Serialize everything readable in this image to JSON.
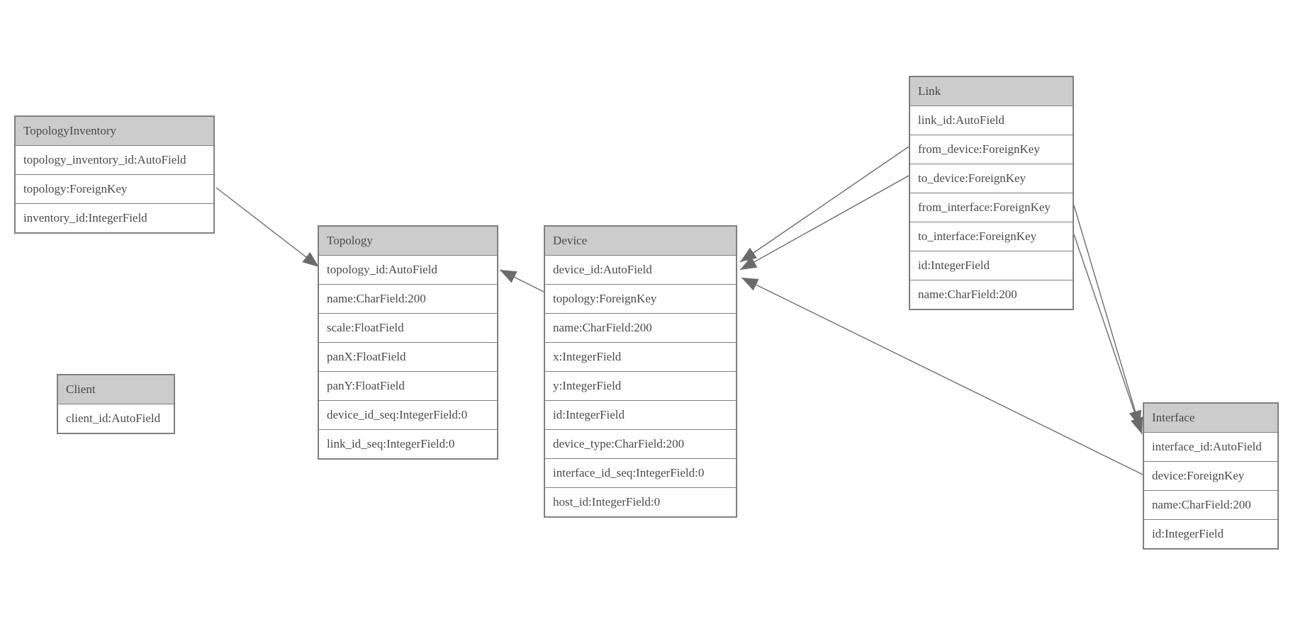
{
  "diagram": {
    "type": "entity-relationship-model-diagram",
    "colors": {
      "background": "#ffffff",
      "header_fill": "#cccccc",
      "border": "#7f7f7f",
      "text": "#4a4a4a",
      "relation_line": "#6b6b6b",
      "arrowhead_fill": "#6b6b6b"
    },
    "entities": [
      {
        "name": "TopologyInventory",
        "fields": [
          "topology_inventory_id:AutoField",
          "topology:ForeignKey",
          "inventory_id:IntegerField"
        ]
      },
      {
        "name": "Topology",
        "fields": [
          "topology_id:AutoField",
          "name:CharField:200",
          "scale:FloatField",
          "panX:FloatField",
          "panY:FloatField",
          "device_id_seq:IntegerField:0",
          "link_id_seq:IntegerField:0"
        ]
      },
      {
        "name": "Client",
        "fields": [
          "client_id:AutoField"
        ]
      },
      {
        "name": "Device",
        "fields": [
          "device_id:AutoField",
          "topology:ForeignKey",
          "name:CharField:200",
          "x:IntegerField",
          "y:IntegerField",
          "id:IntegerField",
          "device_type:CharField:200",
          "interface_id_seq:IntegerField:0",
          "host_id:IntegerField:0"
        ]
      },
      {
        "name": "Link",
        "fields": [
          "link_id:AutoField",
          "from_device:ForeignKey",
          "to_device:ForeignKey",
          "from_interface:ForeignKey",
          "to_interface:ForeignKey",
          "id:IntegerField",
          "name:CharField:200"
        ]
      },
      {
        "name": "Interface",
        "fields": [
          "interface_id:AutoField",
          "device:ForeignKey",
          "name:CharField:200",
          "id:IntegerField"
        ]
      }
    ],
    "relations": [
      {
        "from": "TopologyInventory.topology",
        "to": "Topology.topology_id"
      },
      {
        "from": "Device.topology",
        "to": "Topology.topology_id"
      },
      {
        "from": "Link.from_device",
        "to": "Device.device_id"
      },
      {
        "from": "Link.to_device",
        "to": "Device.device_id"
      },
      {
        "from": "Link.from_interface",
        "to": "Interface.interface_id"
      },
      {
        "from": "Link.to_interface",
        "to": "Interface.interface_id"
      },
      {
        "from": "Interface.device",
        "to": "Device.device_id"
      }
    ]
  }
}
